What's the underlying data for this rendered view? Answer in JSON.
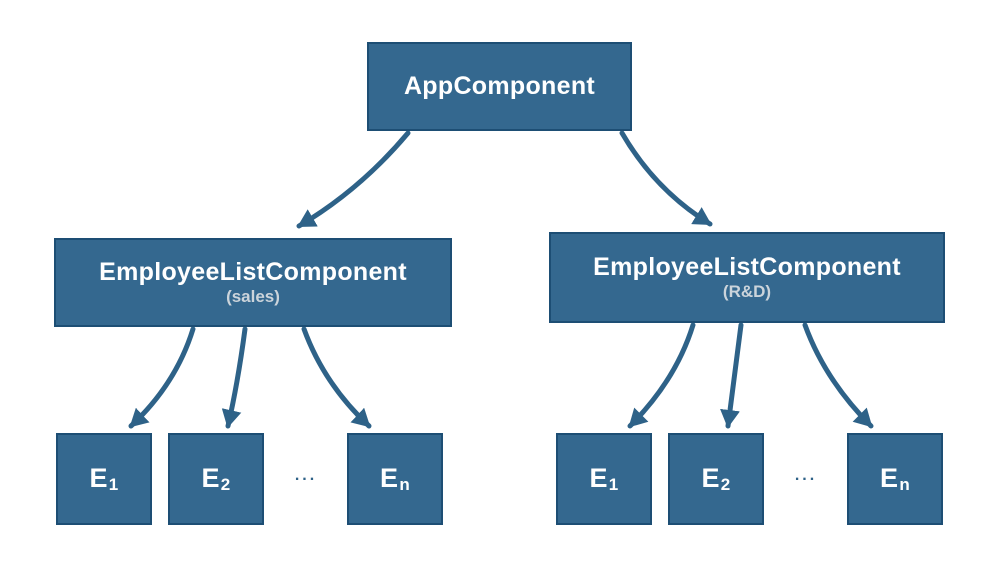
{
  "colors": {
    "background": "#ffffff",
    "box_fill": "#34688F",
    "box_border": "#1D4E74",
    "arrow": "#2E6288",
    "title_text": "#FFFFFF",
    "subtitle_text": "#CBD4DB"
  },
  "tree": {
    "root": {
      "label": "AppComponent"
    },
    "branches": [
      {
        "label": "EmployeeListComponent",
        "sublabel": "(sales)",
        "ellipsis": "...",
        "leaves": [
          {
            "base": "E",
            "sub": "1"
          },
          {
            "base": "E",
            "sub": "2"
          },
          {
            "base": "E",
            "sub": "n"
          }
        ]
      },
      {
        "label": "EmployeeListComponent",
        "sublabel": "(R&D)",
        "ellipsis": "...",
        "leaves": [
          {
            "base": "E",
            "sub": "1"
          },
          {
            "base": "E",
            "sub": "2"
          },
          {
            "base": "E",
            "sub": "n"
          }
        ]
      }
    ]
  }
}
